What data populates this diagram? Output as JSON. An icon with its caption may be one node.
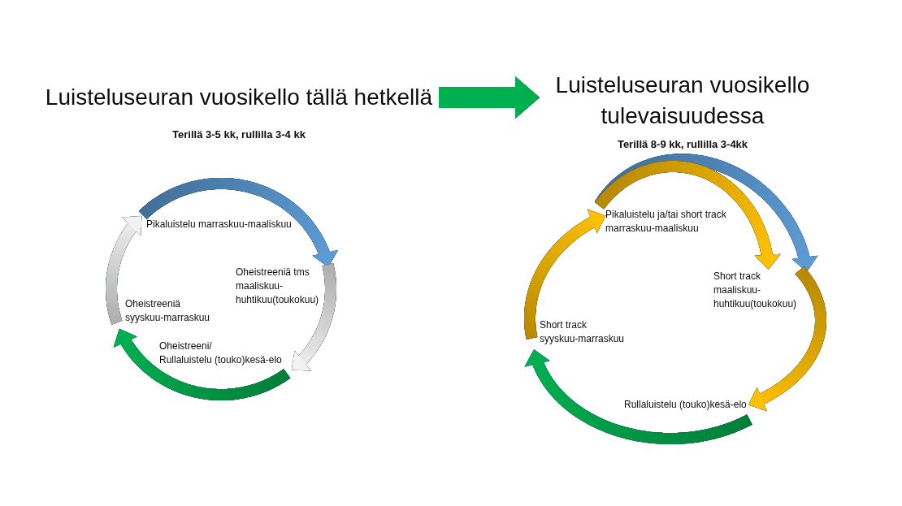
{
  "diagram": {
    "nodes": [
      {
        "text": [
          "Luisteluseuran vuosikello tällä hetkellä",
          "Terillä 3-5 kk, rullilla 3-4 kk"
        ]
      },
      {
        "text": [
          "Pikaluistelu marraskuu-maaliskuu"
        ]
      },
      {
        "text": [
          "Oheistreeniä tms maaliskuu-huhtikuu(toukokuu)"
        ]
      },
      {
        "text": [
          "Oheistreeni/ Rullaluistelu (touko)kesä-elo"
        ]
      },
      {
        "text": [
          "Oheistreeniä syyskuu-marraskuu"
        ]
      },
      {
        "text": [
          "Luisteluseuran vuosikello tulevaisuudessa",
          "Terillä 8-9 kk, rullilla 3-4kk"
        ]
      },
      {
        "text": [
          "Pikaluistelu ja/tai short track marraskuu-maaliskuu"
        ]
      },
      {
        "text": [
          "Short track maaliskuu-huhtikuu(toukokuu)"
        ]
      },
      {
        "text": [
          "Rullaluistelu (touko)kesä-elo"
        ]
      },
      {
        "text": [
          "Short track syyskuu-marraskuu"
        ]
      }
    ],
    "edges": [
      {
        "from": 0,
        "to": 5,
        "arrow": "to",
        "style": "thick",
        "color": "#00b050"
      },
      {
        "from": 1,
        "to": 2,
        "arrow": "to",
        "style": "thick",
        "color": "#5b9bd5"
      },
      {
        "from": 2,
        "to": 3,
        "arrow": "to",
        "style": "thick",
        "color": "#f2f2f2"
      },
      {
        "from": 3,
        "to": 4,
        "arrow": "to",
        "style": "thick",
        "color": "#00b050"
      },
      {
        "from": 4,
        "to": 1,
        "arrow": "to",
        "style": "thick",
        "color": "#f2f2f2"
      },
      {
        "from": 6,
        "to": 7,
        "arrow": "to",
        "style": "thick",
        "color": "#5b9bd5"
      },
      {
        "from": 6,
        "to": 7,
        "arrow": "to",
        "style": "thick",
        "color": "#ffc000"
      },
      {
        "from": 7,
        "to": 8,
        "arrow": "to",
        "style": "thick",
        "color": "#ffc000"
      },
      {
        "from": 8,
        "to": 9,
        "arrow": "to",
        "style": "thick",
        "color": "#00b050"
      },
      {
        "from": 9,
        "to": 6,
        "arrow": "to",
        "style": "thick",
        "color": "#ffc000"
      }
    ]
  }
}
